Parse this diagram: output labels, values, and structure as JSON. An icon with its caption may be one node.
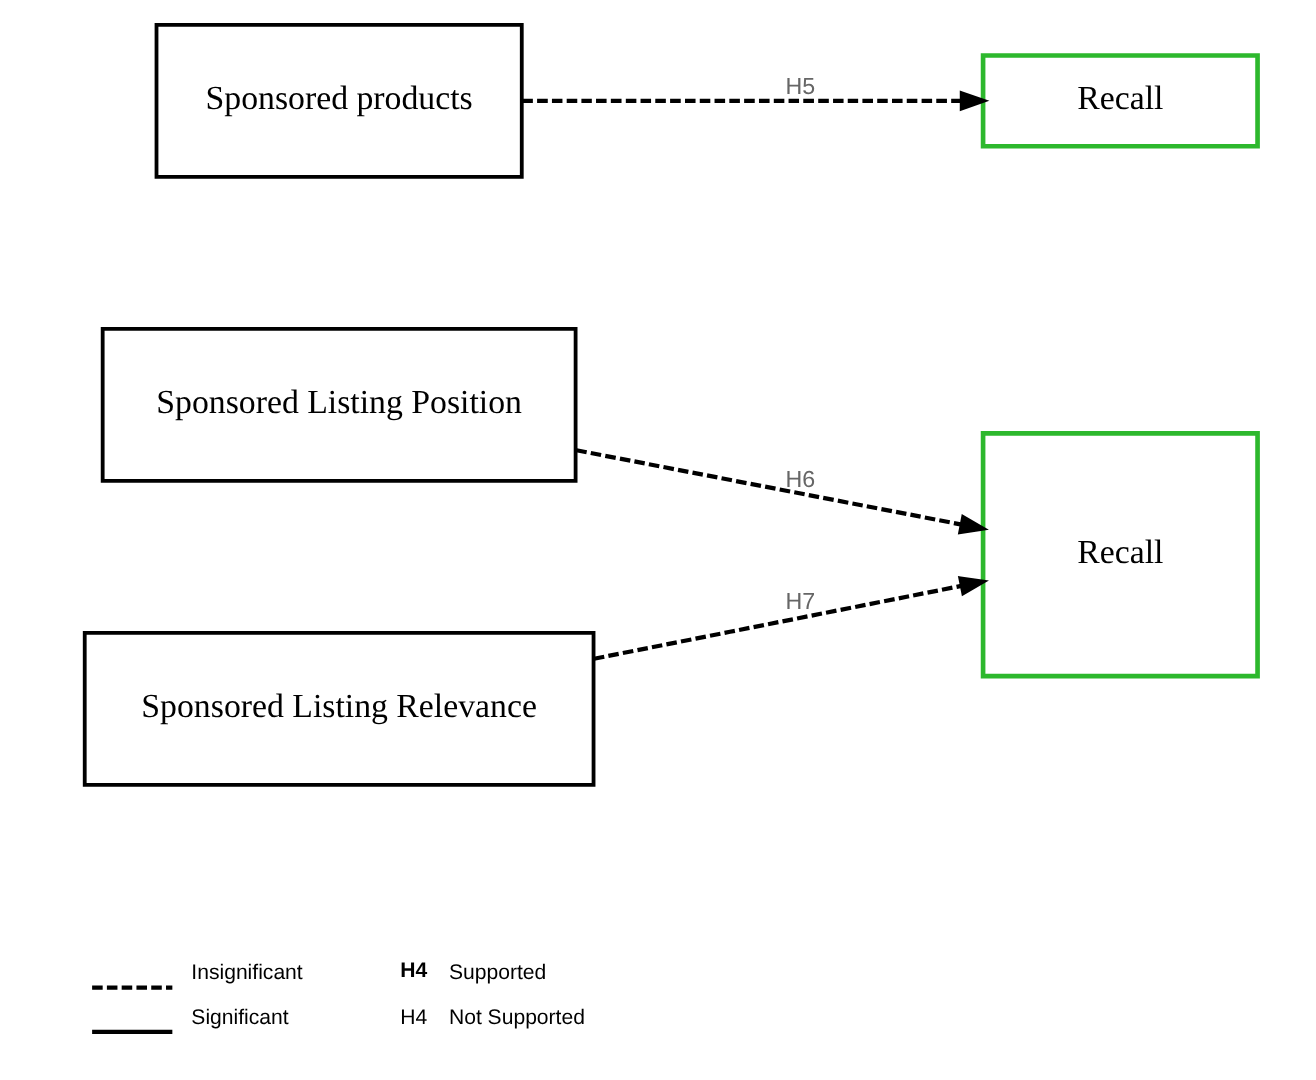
{
  "diagram": {
    "nodes": [
      {
        "text": [
          "Sponsored products"
        ]
      },
      {
        "text": [
          "Recall"
        ]
      },
      {
        "text": [
          "Sponsored Listing Position"
        ]
      },
      {
        "text": [
          "Sponsored Listing Relevance"
        ]
      },
      {
        "text": [
          "Recall"
        ]
      }
    ],
    "edges": [
      {
        "from": 0,
        "to": 1,
        "arrow": "to",
        "style": "dashed",
        "label": "H5"
      },
      {
        "from": 2,
        "to": 4,
        "arrow": "to",
        "style": "dashed",
        "label": "H6"
      },
      {
        "from": 3,
        "to": 4,
        "arrow": "to",
        "style": "dashed",
        "label": "H7"
      }
    ],
    "labels": [
      "H4",
      "Supported",
      "H4",
      "Not Supported"
    ],
    "legend": [
      {
        "text": "Insignificant"
      },
      {
        "text": "Significant"
      }
    ]
  }
}
